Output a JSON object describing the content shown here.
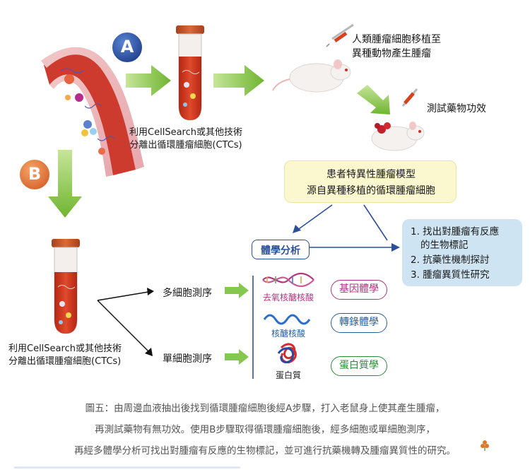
{
  "badges": {
    "a": "A",
    "b": "B"
  },
  "tube_a_caption": [
    "利用CellSearch或其他技術",
    "分離出循環腫瘤細胞(CTCs)"
  ],
  "tube_b_caption": [
    "利用CellSearch或其他技術",
    "分離出循環腫瘤細胞(CTCs)"
  ],
  "mouse_top_label": [
    "人類腫瘤細胞移植至",
    "異種動物產生腫瘤"
  ],
  "mouse_test_label": "測試藥物功效",
  "model_box": [
    "患者特異性腫瘤模型",
    "源自異種移植的循環腫瘤細胞"
  ],
  "omics_box": "體學分析",
  "results_box": [
    "1. 找出對腫瘤有反應",
    "的生物標記",
    "2. 抗藥性機制探討",
    "3. 腫瘤異質性研究"
  ],
  "sequencing": {
    "multi": "多細胞測序",
    "single": "單細胞測序"
  },
  "molecules": [
    {
      "label": "去氧核醣核酸",
      "omics": "基因體學",
      "color": "#b0357d"
    },
    {
      "label": "核醣核酸",
      "omics": "轉錄體學",
      "color": "#2a5f9e"
    },
    {
      "label": "蛋白質",
      "omics": "蛋白質學",
      "color": "#2e8b3e"
    }
  ],
  "caption_lines": [
    "圖五：由周邊血液抽出後找到循環腫瘤細胞後經A步驟，打入老鼠身上使其產生腫瘤，",
    "再測試藥物有無功效。使用B步驟取得循環腫瘤細胞後，經多細胞或單細胞測序，",
    "再經多體學分析可找出對腫瘤有反應的生物標記，並可進行抗藥機轉及腫瘤異質性的研究。"
  ],
  "colors": {
    "arrow_green": "#7cc242",
    "badge_blue": "#2d55a6",
    "badge_orange": "#e87a3a",
    "model_bg": "#fbf8cf",
    "results_bg": "#cfe4f3",
    "tube_red": "#d73a1f",
    "cap": "#c9582e"
  }
}
